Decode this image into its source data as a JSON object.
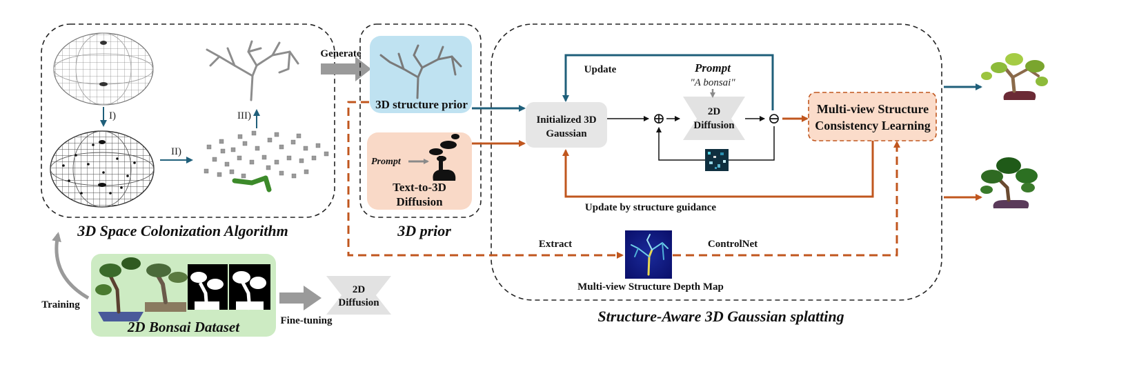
{
  "sections": {
    "colonization": "3D Space Colonization Algorithm",
    "prior": "3D prior",
    "splatting": "Structure-Aware 3D Gaussian splatting"
  },
  "steps": {
    "s1": "I)",
    "s2": "II)",
    "s3": "III)"
  },
  "labels": {
    "generate": "Generate",
    "structure_prior": "3D structure prior",
    "prompt_small": "Prompt",
    "text_to_3d_line1": "Text-to-3D",
    "text_to_3d_line2": "Diffusion",
    "init_gauss_line1": "Initialized 3D",
    "init_gauss_line2": "Gaussian",
    "update": "Update",
    "prompt_title": "Prompt",
    "prompt_text": "\"A bonsai\"",
    "diff2d_line1": "2D",
    "diff2d_line2": "Diffusion",
    "mv_line1": "Multi-view Structure",
    "mv_line2": "Consistency Learning",
    "update_guidance": "Update by structure guidance",
    "extract": "Extract",
    "controlnet": "ControlNet",
    "depth_map": "Multi-view Structure Depth Map",
    "training": "Training",
    "dataset": "2D Bonsai Dataset",
    "finetuning": "Fine-tuning",
    "diff2d_b_line1": "2D",
    "diff2d_b_line2": "Diffusion",
    "plus_symbol": "⊕",
    "minus_symbol": "⊖"
  },
  "colors": {
    "blue_arrow": "#1f5f7a",
    "orange_arrow": "#c0561e",
    "dash_box": "#222222",
    "prior_blue_bg": "#bfe2f1",
    "prior_orange_bg": "#f9d9c7",
    "dataset_green_bg": "#cdebc3",
    "gauss_gray": "#e6e6e6",
    "mv_box_bg": "#fbdcca",
    "gray_arrow": "#9a9a9a"
  }
}
